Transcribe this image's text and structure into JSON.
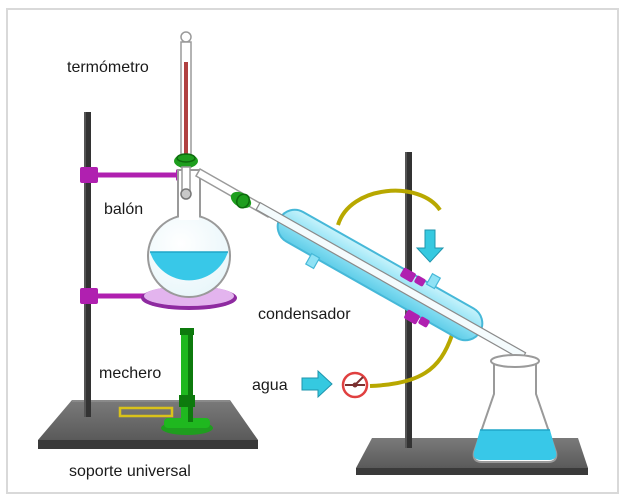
{
  "labels": {
    "termometro": "termómetro",
    "balon": "balón",
    "condensador": "condensador",
    "mechero": "mechero",
    "agua": "agua",
    "soporte": "soporte universal"
  },
  "colors": {
    "frame": "#d9d9d9",
    "rod": "#333333",
    "base_top": "#6b6b6b",
    "base_front": "#3a3a3a",
    "clamp": "#b020b0",
    "glass": "#9a9a9a",
    "liquid": "#38c8e8",
    "heater_plate": "#e3b4ee",
    "heater_rim": "#8e2aa0",
    "burner": "#1fb81f",
    "burner_dark": "#0d7a0d",
    "burner_base": "#1f9d1f",
    "burner_valve": "#d9c21a",
    "thermometer_liquid": "#b04040",
    "stopper": "#1e9e1e",
    "condenser_jacket": "#8fe2f5",
    "condenser_edge": "#46b8d8",
    "hose": "#b8a800",
    "arrow": "#35c9e0",
    "tap": "#e04040"
  },
  "icons": {
    "water_in_arrow": "down-arrow-icon",
    "water_supply_arrow": "right-arrow-icon",
    "tap": "water-tap-icon"
  }
}
